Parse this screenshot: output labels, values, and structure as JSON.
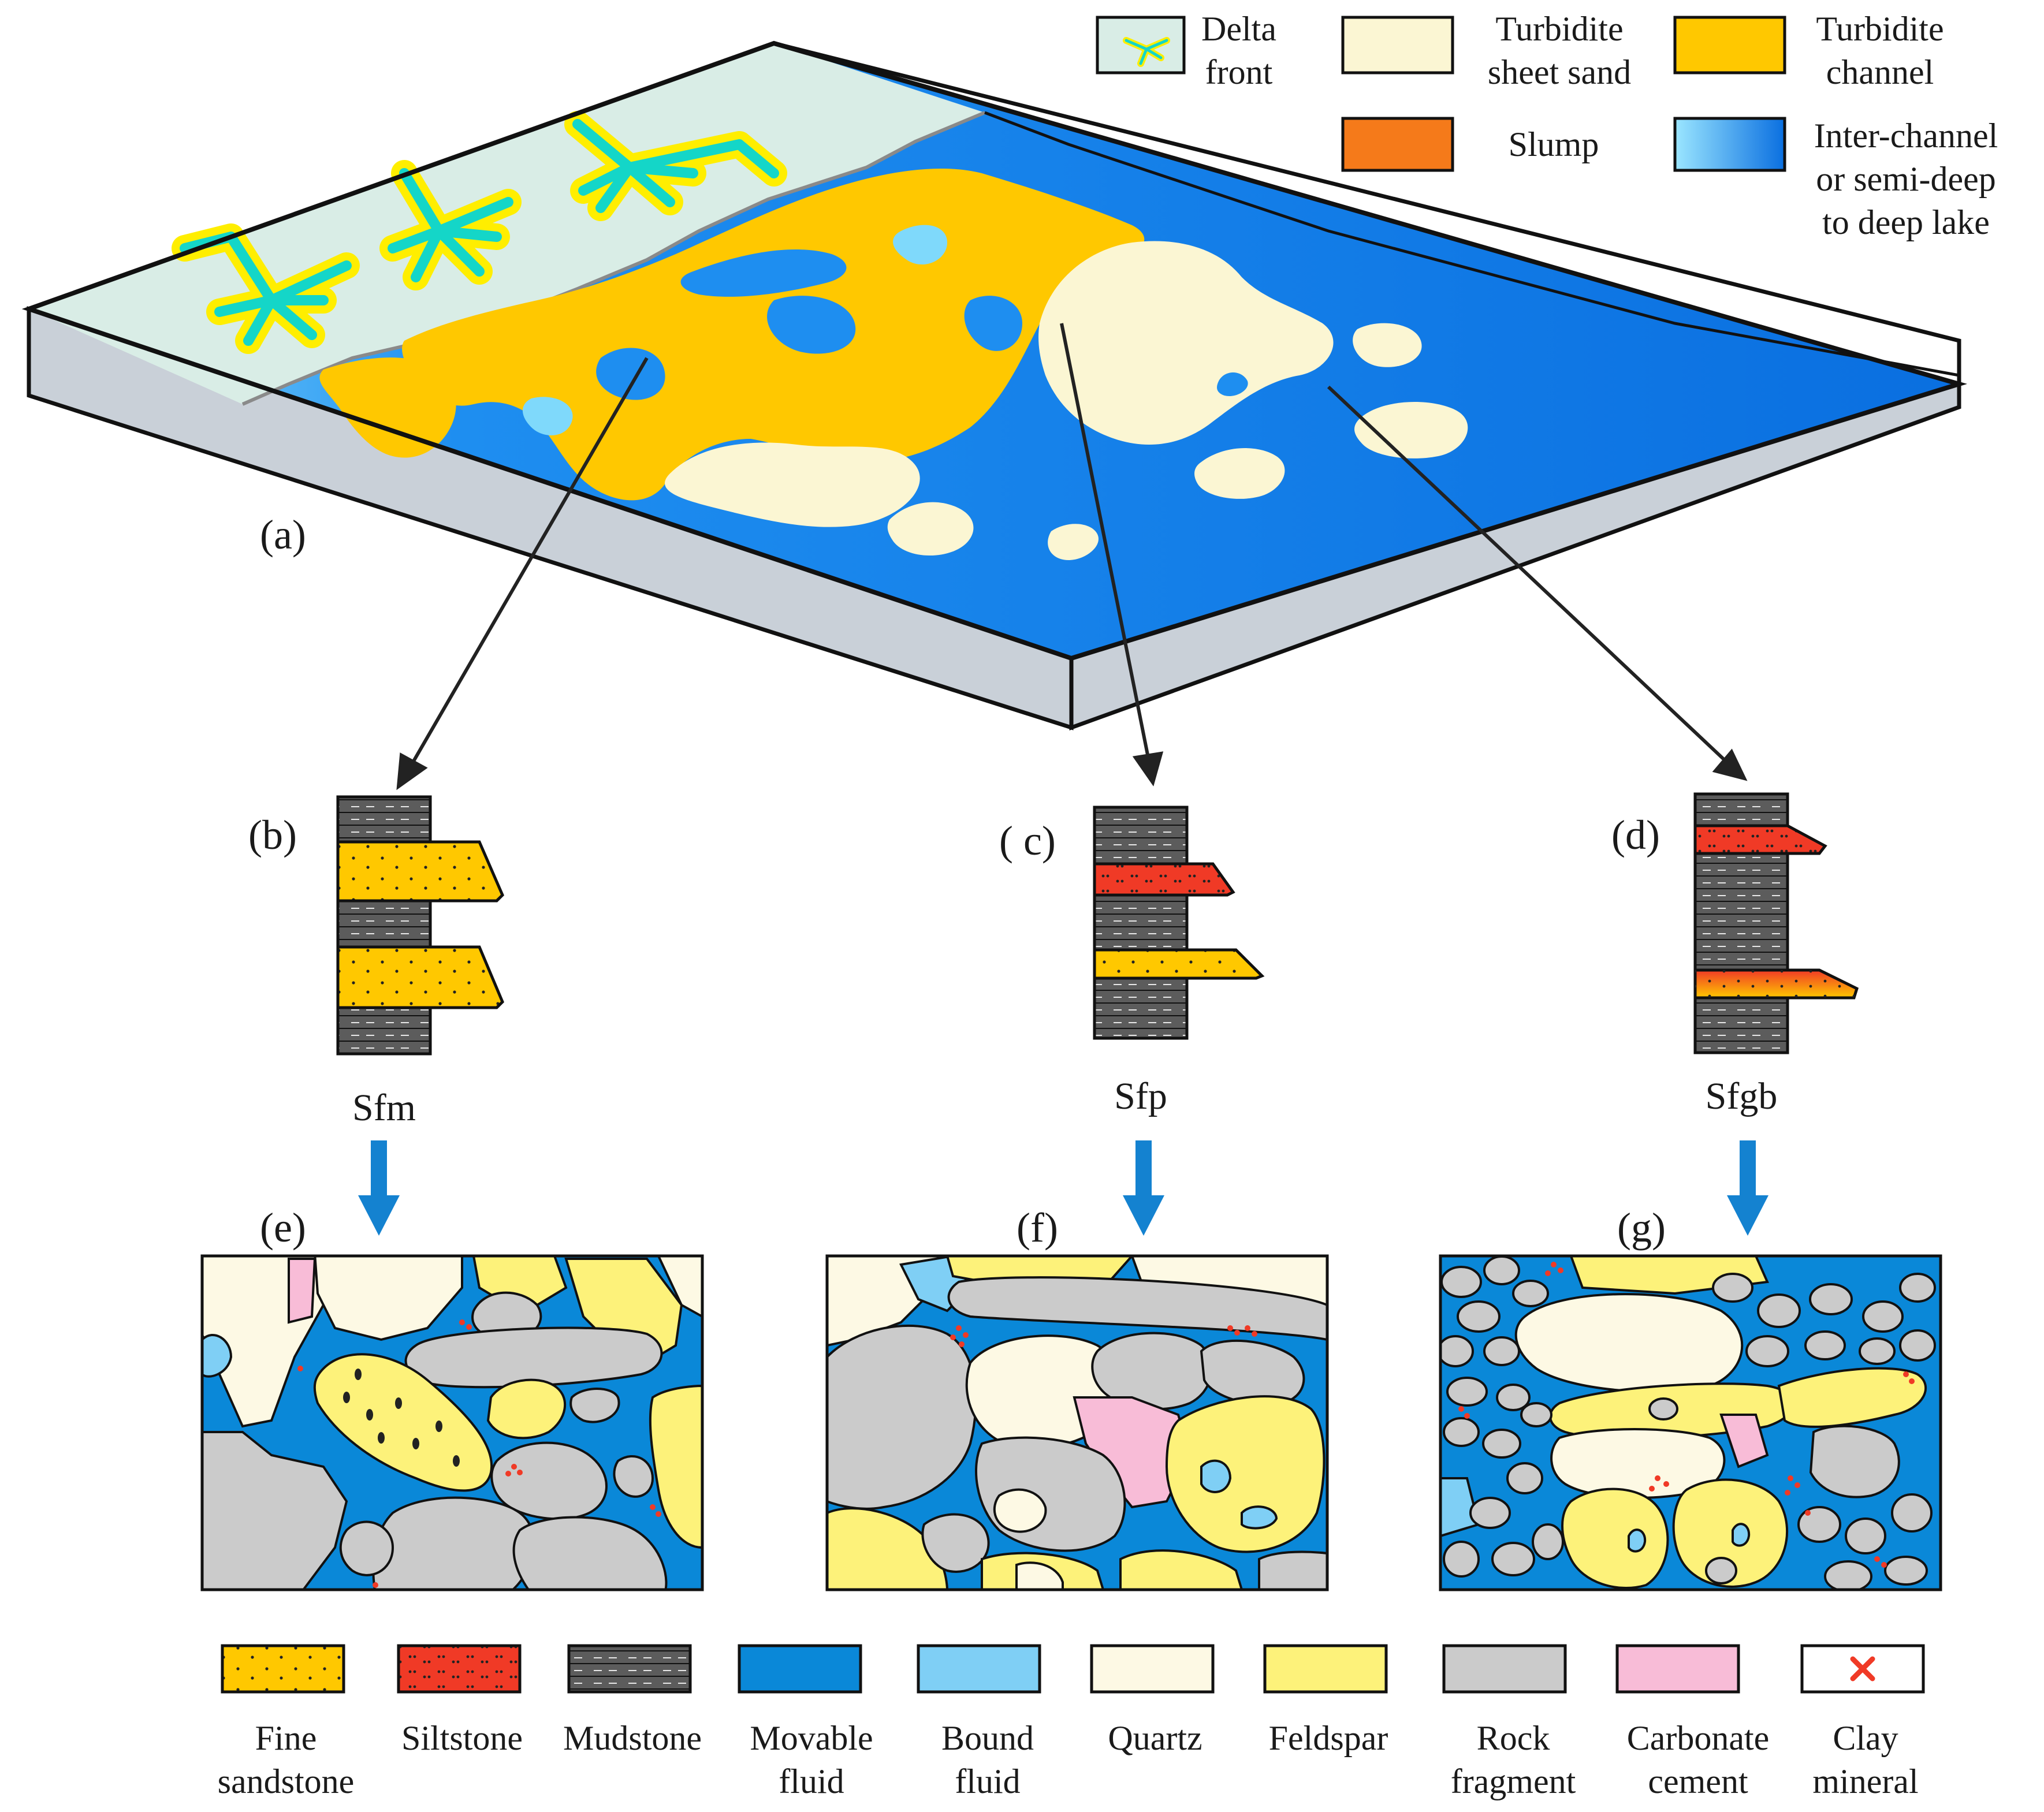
{
  "panel_labels": {
    "a": "(a)",
    "b": "(b)",
    "c": "( c)",
    "d": "(d)",
    "e": "(e)",
    "f": "(f)",
    "g": "(g)"
  },
  "section_names": {
    "b": "Sfm",
    "c": "Sfp",
    "d": "Sfgb"
  },
  "top_legend": [
    {
      "line1": "Delta",
      "line2": "front"
    },
    {
      "line1": "Turbidite",
      "line2": "sheet sand"
    },
    {
      "line1": "Turbidite",
      "line2": "channel"
    },
    {
      "line1": "Slump",
      "line2": ""
    },
    {
      "line1": "Inter-channel",
      "line2": "or semi-deep",
      "line3": "to deep lake"
    }
  ],
  "bottom_legend": [
    {
      "line1": "Fine",
      "line2": "sandstone"
    },
    {
      "line1": "Siltstone",
      "line2": ""
    },
    {
      "line1": "Mudstone",
      "line2": ""
    },
    {
      "line1": "Movable",
      "line2": "fluid"
    },
    {
      "line1": "Bound",
      "line2": "fluid"
    },
    {
      "line1": "Quartz",
      "line2": ""
    },
    {
      "line1": "Feldspar",
      "line2": ""
    },
    {
      "line1": "Rock",
      "line2": "fragment"
    },
    {
      "line1": "Carbonate",
      "line2": "cement"
    },
    {
      "line1": "Clay",
      "line2": "mineral"
    }
  ],
  "colors": {
    "delta_front": "#d9ede6",
    "sheet_sand": "#fbf6d3",
    "channel": "#ffc800",
    "slump": "#f57a1a",
    "lake_dark": "#0a6fe0",
    "lake_light": "#7fd9fb",
    "fine_sandstone": "#ffc800",
    "siltstone": "#f03a26",
    "mudstone": "#5c5c5c",
    "movable_fluid": "#0a88d8",
    "bound_fluid": "#7fcff5",
    "quartz": "#fdf9e4",
    "feldspar": "#fdf27a",
    "rock_fragment": "#cbcbcb",
    "carbonate": "#f8bcd7",
    "clay_mark": "#f03a26"
  }
}
